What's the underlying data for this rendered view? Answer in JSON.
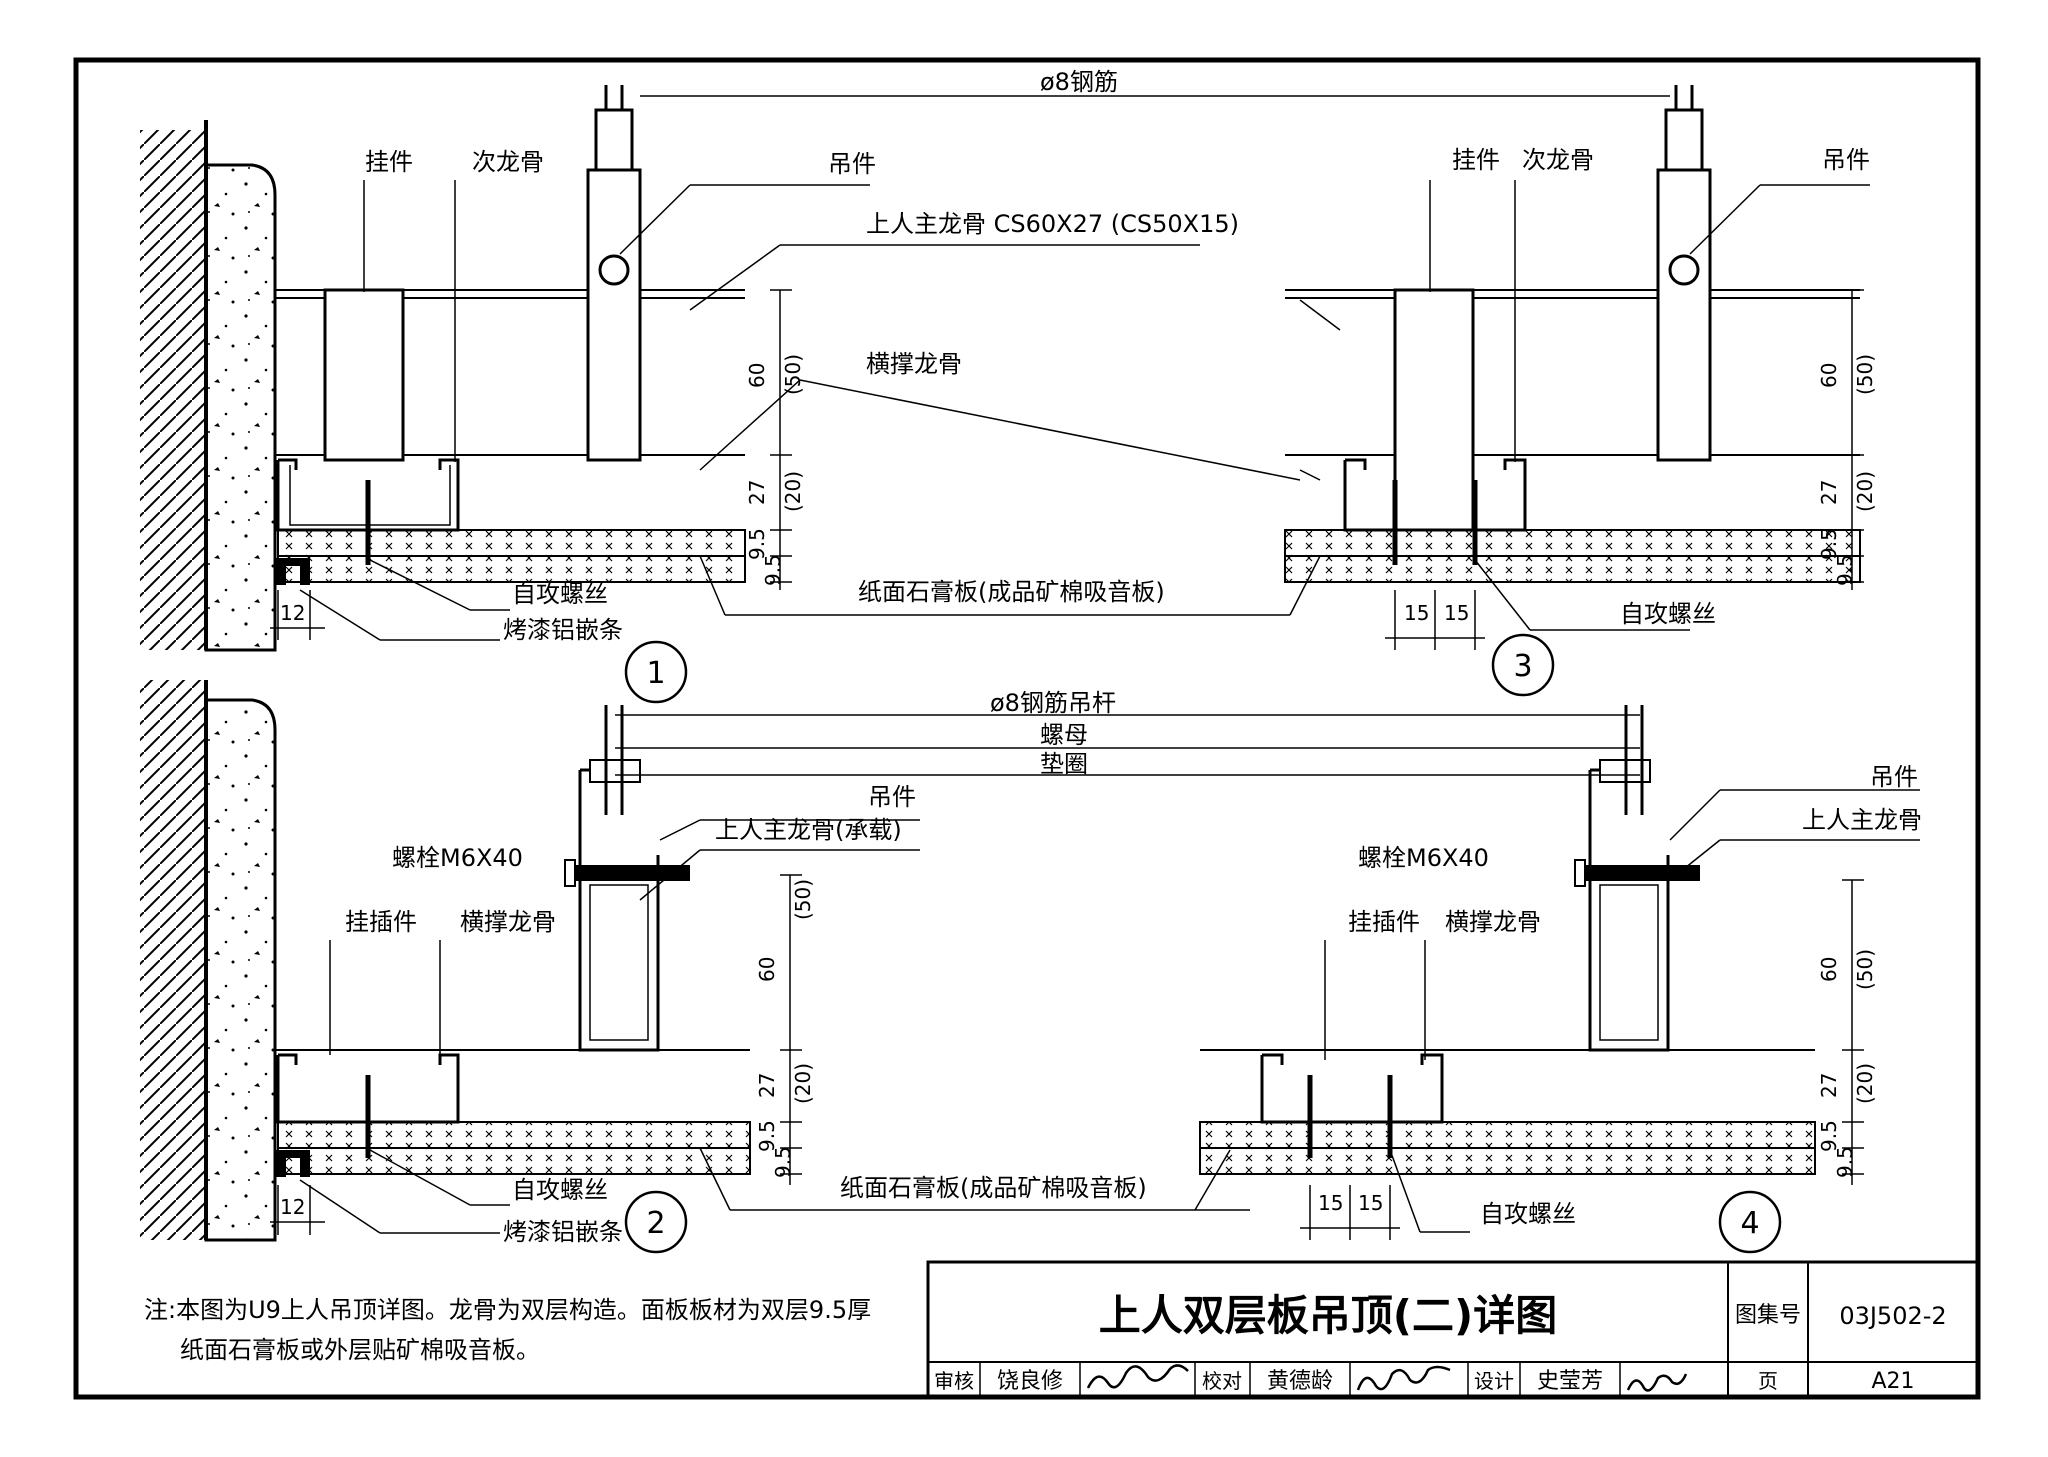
{
  "labels": {
    "steel_bar": "ø8钢筋",
    "hanger_1": "挂件",
    "secondary_keel_1": "次龙骨",
    "suspension_1": "吊件",
    "main_keel": "上人主龙骨 CS60X27 (CS50X15)",
    "cross_keel_1": "横撑龙骨",
    "screw_1": "自攻螺丝",
    "trim_1": "烤漆铝嵌条",
    "board_1": "纸面石膏板(成品矿棉吸音板)",
    "hanger_3": "挂件",
    "secondary_keel_3": "次龙骨",
    "suspension_3": "吊件",
    "screw_3": "自攻螺丝",
    "rod": "ø8钢筋吊杆",
    "nut": "螺母",
    "washer": "垫圈",
    "suspension_2": "吊件",
    "main_keel_load": "上人主龙骨(承载)",
    "bolt_2": "螺栓M6X40",
    "insert_2": "挂插件",
    "cross_keel_2": "横撑龙骨",
    "screw_2": "自攻螺丝",
    "trim_2": "烤漆铝嵌条",
    "board_2": "纸面石膏板(成品矿棉吸音板)",
    "suspension_4": "吊件",
    "main_keel_4": "上人主龙骨",
    "bolt_4": "螺栓M6X40",
    "insert_4": "挂插件",
    "cross_keel_4": "横撑龙骨",
    "screw_4": "自攻螺丝"
  },
  "dims": {
    "d60": "60",
    "d50": "(50)",
    "d27": "27",
    "d20": "(20)",
    "d95a": "9.5",
    "d95b": "9.5",
    "d12": "12",
    "d15": "15"
  },
  "callouts": [
    "1",
    "3",
    "2",
    "4"
  ],
  "note": {
    "line1": "注:本图为U9上人吊顶详图。龙骨为双层构造。面板板材为双层9.5厚",
    "line2": "纸面石膏板或外层贴矿棉吸音板。"
  },
  "title_block": {
    "title": "上人双层板吊顶(二)详图",
    "atlas_label": "图集号",
    "atlas_no": "03J502-2",
    "review_label": "审核",
    "reviewer": "饶良修",
    "check_label": "校对",
    "checker": "黄德龄",
    "design_label": "设计",
    "designer": "史莹芳",
    "page_label": "页",
    "page_no": "A21"
  }
}
